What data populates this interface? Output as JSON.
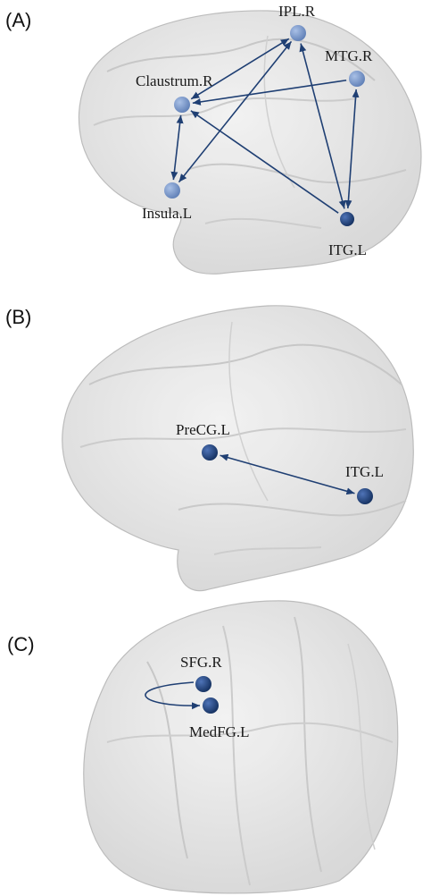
{
  "colors": {
    "node_light": "#6f8fc4",
    "node_dark": "#1d3f7a",
    "edge": "#1f3f73",
    "brain_fill": "#e3e3e3",
    "brain_stroke": "#b9b9b9"
  },
  "panels": [
    {
      "label": "(A)",
      "nodes": [
        {
          "id": "ipl",
          "label": "IPL.R"
        },
        {
          "id": "mtg",
          "label": "MTG.R"
        },
        {
          "id": "claustrum",
          "label": "Claustrum.R"
        },
        {
          "id": "insula",
          "label": "Insula.L"
        },
        {
          "id": "itg",
          "label": "ITG.L"
        }
      ],
      "edges": [
        {
          "from": "ipl",
          "to": "claustrum",
          "bidirectional": true
        },
        {
          "from": "ipl",
          "to": "insula",
          "bidirectional": true
        },
        {
          "from": "ipl",
          "to": "itg",
          "bidirectional": true
        },
        {
          "from": "mtg",
          "to": "claustrum",
          "bidirectional": false
        },
        {
          "from": "mtg",
          "to": "itg",
          "bidirectional": true
        },
        {
          "from": "claustrum",
          "to": "insula",
          "bidirectional": true
        },
        {
          "from": "itg",
          "to": "claustrum",
          "bidirectional": false
        }
      ]
    },
    {
      "label": "(B)",
      "nodes": [
        {
          "id": "precg",
          "label": "PreCG.L"
        },
        {
          "id": "itg",
          "label": "ITG.L"
        }
      ],
      "edges": [
        {
          "from": "precg",
          "to": "itg",
          "bidirectional": true
        }
      ]
    },
    {
      "label": "(C)",
      "nodes": [
        {
          "id": "sfg",
          "label": "SFG.R"
        },
        {
          "id": "medfg",
          "label": "MedFG.L"
        }
      ],
      "edges": [
        {
          "from": "sfg",
          "to": "medfg",
          "bidirectional": false
        }
      ]
    }
  ]
}
